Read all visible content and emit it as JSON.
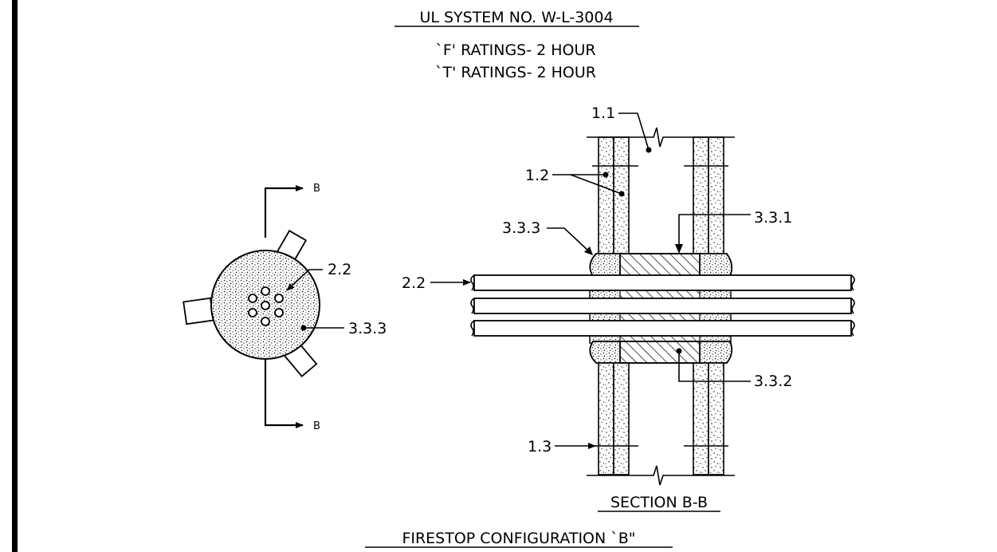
{
  "drawing": {
    "title": "UL SYSTEM NO. W-L-3004",
    "f_rating": "`F' RATINGS- 2 HOUR",
    "t_rating": "`T' RATINGS- 2 HOUR",
    "section_title": "SECTION B-B",
    "configuration_title": "FIRESTOP CONFIGURATION `B\"",
    "section_marker": "B"
  },
  "callouts": {
    "c_1_1": "1.1",
    "c_1_2": "1.2",
    "c_1_3": "1.3",
    "c_2_2_plan": "2.2",
    "c_2_2_section": "2.2",
    "c_3_3_1": "3.3.1",
    "c_3_3_2": "3.3.2",
    "c_3_3_3_plan": "3.3.3",
    "c_3_3_3_section": "3.3.3"
  }
}
